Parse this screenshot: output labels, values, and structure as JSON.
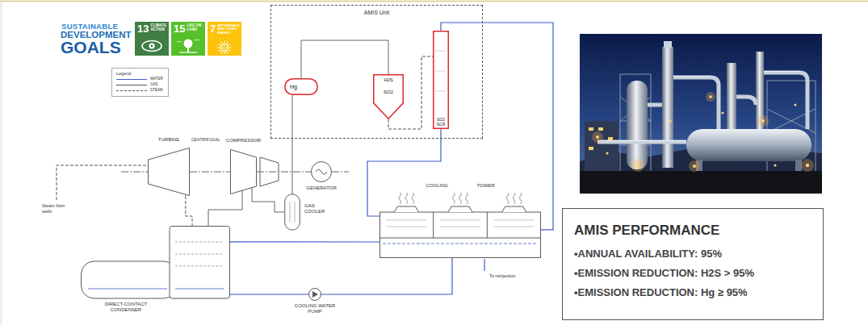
{
  "diagram": {
    "nodes": [
      {
        "text": [
          "13",
          "CLIMATE ACTION"
        ]
      },
      {
        "text": [
          "15",
          "LIFE ON LAND"
        ]
      },
      {
        "text": [
          "7",
          "AFFORDABLE AND CLEAN ENERGY"
        ]
      },
      {
        "text": [
          "AMIS Unit"
        ]
      },
      {
        "text": [
          "Hg"
        ],
        "in": 3
      },
      {
        "text": [
          "H2S",
          "SO2"
        ],
        "in": 3
      },
      {
        "text": [
          "SO2 SCR"
        ],
        "in": 3
      },
      {
        "text": [
          "TURBINE"
        ]
      },
      {
        "text": [
          "COMPRESSOR"
        ]
      },
      {
        "text": [
          "GENERATOR"
        ]
      },
      {
        "text": [
          "GAS COOLER"
        ]
      },
      {
        "text": [
          "COOLING TOWER"
        ]
      },
      {
        "text": [
          "DIRECT-CONTACT CONDENSER"
        ]
      },
      {
        "text": [
          "COOLING WATER PUMP"
        ]
      },
      {
        "text": [
          "AMIS PERFORMANCE",
          "•ANNUAL AVAILABILITY: 95%",
          "•EMISSION REDUCTION: H2S > 95%",
          "•EMISSION REDUCTION: Hg ≥ 95%"
        ]
      }
    ],
    "edges": [
      {
        "from": 7,
        "to": 12,
        "arrow": "none"
      },
      {
        "from": 12,
        "to": 8,
        "arrow": "none"
      },
      {
        "from": 8,
        "to": 10,
        "arrow": "none"
      },
      {
        "from": 10,
        "to": 4,
        "arrow": "none"
      },
      {
        "from": 4,
        "to": 5,
        "arrow": "none"
      },
      {
        "from": 5,
        "to": 6,
        "arrow": "none"
      },
      {
        "from": 11,
        "to": 6,
        "arrow": "none"
      },
      {
        "from": 6,
        "to": 11,
        "arrow": "none"
      },
      {
        "from": 12,
        "to": 13,
        "arrow": "none"
      },
      {
        "from": 13,
        "to": 11,
        "arrow": "none"
      },
      {
        "from": 11,
        "to": 12,
        "arrow": "none"
      },
      {
        "from": 7,
        "to": 8,
        "arrow": "none"
      },
      {
        "from": 8,
        "to": 9,
        "arrow": "none"
      }
    ],
    "labels": [
      "SUSTAINABLE",
      "DEVELOPMENT",
      "GOALS",
      "Legend",
      "CENTRIFUGAL",
      "Steam from wells",
      "To reinjection"
    ],
    "legend": [
      {
        "text": "WATER"
      },
      {
        "text": "GAS"
      },
      {
        "text": "STEAM"
      }
    ]
  }
}
